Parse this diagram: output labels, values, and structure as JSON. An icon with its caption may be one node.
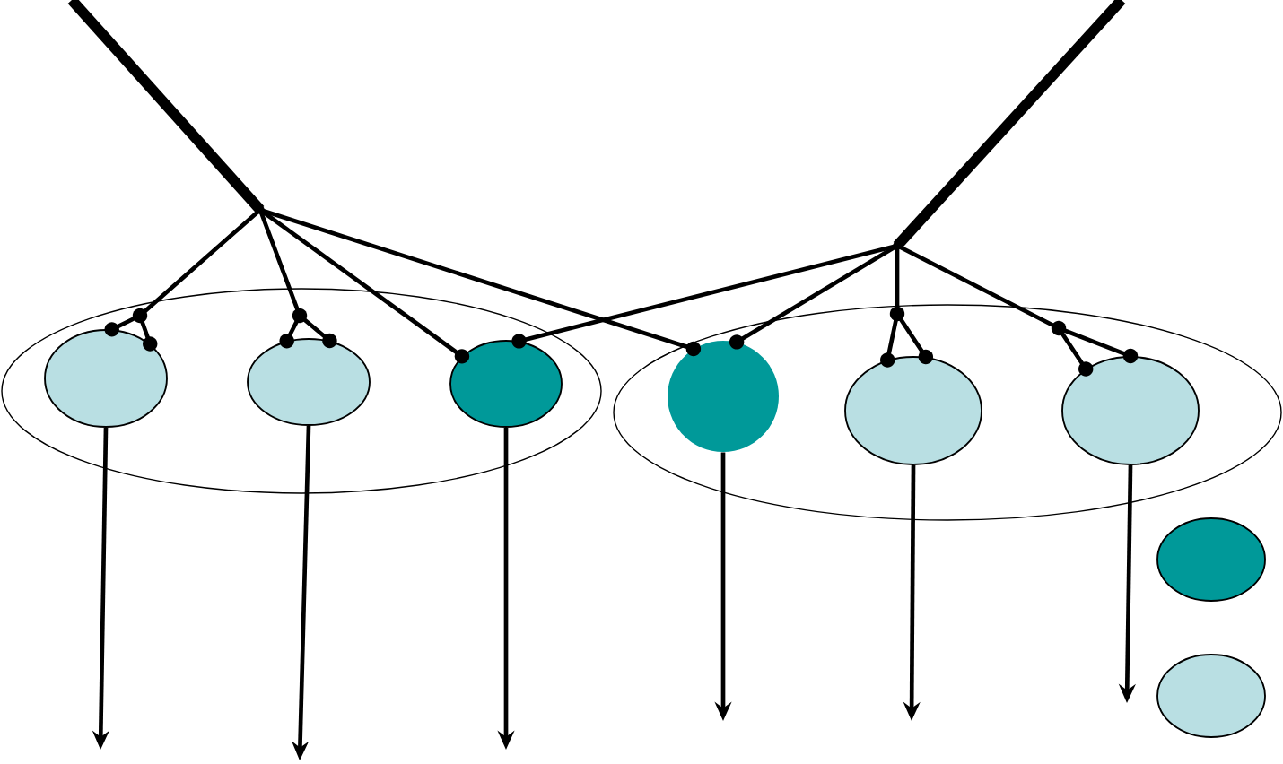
{
  "diagram": {
    "nodes": [
      {
        "text": [],
        "shape": "point"
      },
      {
        "text": [],
        "shape": "point"
      },
      {
        "text": [],
        "shape": "ellipse"
      },
      {
        "text": [],
        "shape": "circle",
        "in": 2
      },
      {
        "text": [],
        "shape": "circle",
        "in": 2
      },
      {
        "text": [],
        "shape": "circle",
        "in": 2
      },
      {
        "text": [],
        "shape": "ellipse"
      },
      {
        "text": [],
        "shape": "circle",
        "in": 6
      },
      {
        "text": [],
        "shape": "circle",
        "in": 6
      },
      {
        "text": [],
        "shape": "circle",
        "in": 6
      },
      {
        "text": [],
        "shape": "circle"
      },
      {
        "text": [],
        "shape": "circle"
      }
    ],
    "edges": [
      {
        "from": null,
        "to": 0,
        "arrow": "none",
        "style": "thick"
      },
      {
        "from": null,
        "to": 1,
        "arrow": "none",
        "style": "thick"
      },
      {
        "from": 0,
        "to": 3,
        "arrow": "other"
      },
      {
        "from": 0,
        "to": 4,
        "arrow": "other"
      },
      {
        "from": 0,
        "to": 5,
        "arrow": "other"
      },
      {
        "from": 0,
        "to": 7,
        "arrow": "other"
      },
      {
        "from": 1,
        "to": 5,
        "arrow": "other"
      },
      {
        "from": 1,
        "to": 7,
        "arrow": "other"
      },
      {
        "from": 1,
        "to": 8,
        "arrow": "other"
      },
      {
        "from": 1,
        "to": 9,
        "arrow": "other"
      },
      {
        "from": 3,
        "to": null,
        "arrow": "to"
      },
      {
        "from": 4,
        "to": null,
        "arrow": "to"
      },
      {
        "from": 5,
        "to": null,
        "arrow": "to"
      },
      {
        "from": 7,
        "to": null,
        "arrow": "to"
      },
      {
        "from": 8,
        "to": null,
        "arrow": "to"
      },
      {
        "from": 9,
        "to": null,
        "arrow": "to"
      }
    ]
  }
}
